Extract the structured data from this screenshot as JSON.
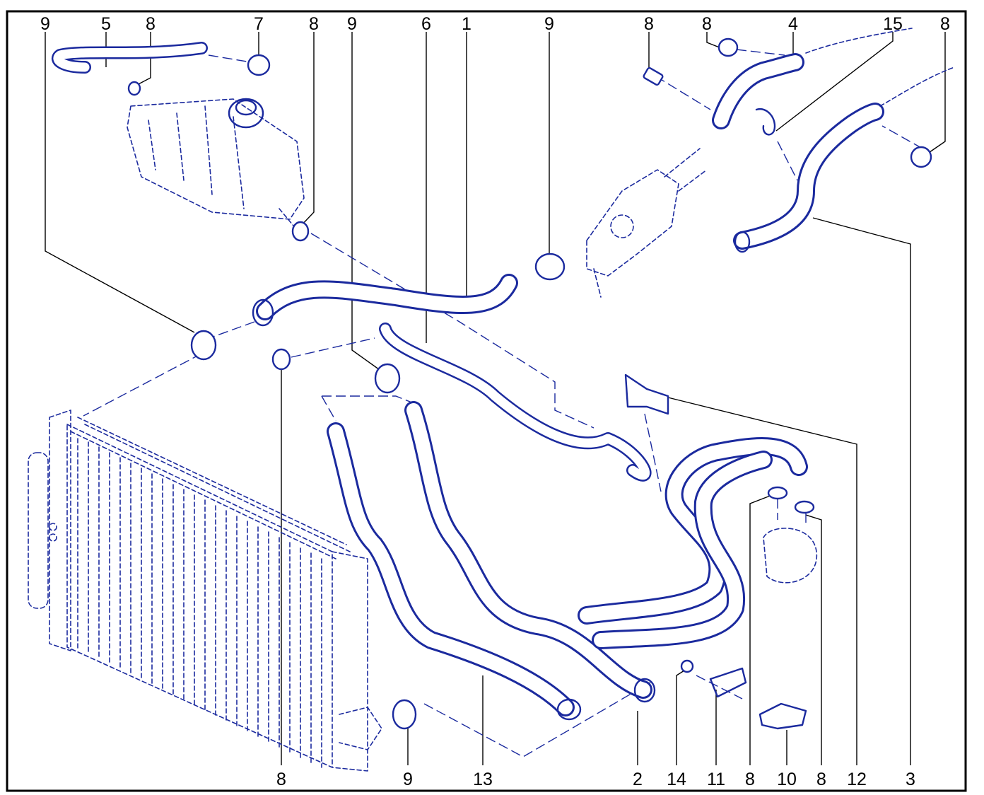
{
  "callouts": {
    "top": [
      "9",
      "5",
      "8",
      "7",
      "8",
      "9",
      "6",
      "1",
      "9",
      "8",
      "8",
      "4",
      "15",
      "8"
    ],
    "bottom": [
      "8",
      "9",
      "13",
      "2",
      "14",
      "11",
      "8",
      "10",
      "8",
      "12",
      "3"
    ]
  },
  "colors": {
    "line_art": "#1b2a9e",
    "labels": "#000000",
    "background": "#ffffff"
  }
}
